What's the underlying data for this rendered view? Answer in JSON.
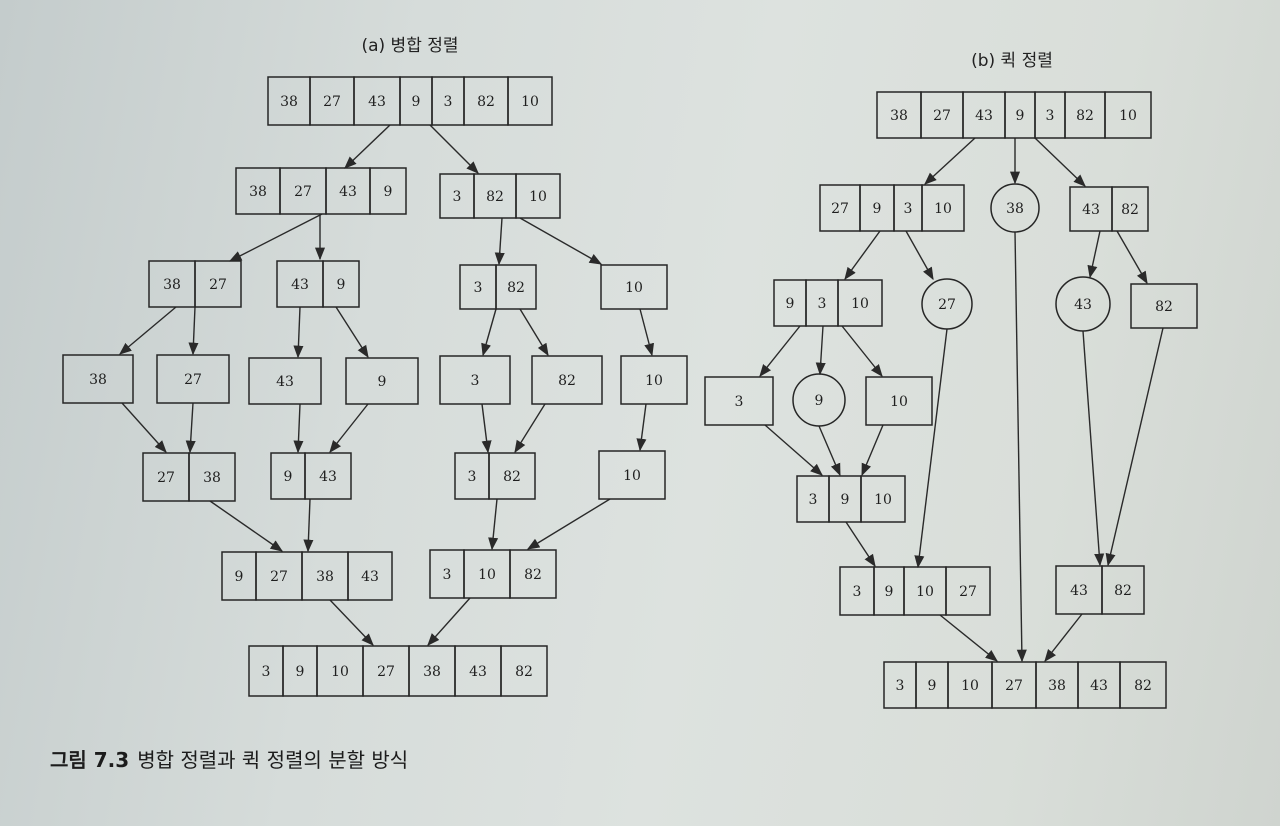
{
  "panels": {
    "merge": {
      "title": "(a) 병합 정렬"
    },
    "quick": {
      "title": "(b) 퀵 정렬"
    }
  },
  "caption": {
    "label": "그림 7.3",
    "text": "병합 정렬과 퀵 정렬의 분할 방식"
  },
  "merge_sort": {
    "input": [
      38,
      27,
      43,
      9,
      3,
      82,
      10
    ],
    "split_1": [
      [
        38,
        27,
        43,
        9
      ],
      [
        3,
        82,
        10
      ]
    ],
    "split_2": [
      [
        38,
        27
      ],
      [
        43,
        9
      ],
      [
        3,
        82
      ],
      [
        10
      ]
    ],
    "split_3": [
      [
        38
      ],
      [
        27
      ],
      [
        43
      ],
      [
        9
      ],
      [
        3
      ],
      [
        82
      ],
      [
        10
      ]
    ],
    "merge_1": [
      [
        27,
        38
      ],
      [
        9,
        43
      ],
      [
        3,
        82
      ],
      [
        10
      ]
    ],
    "merge_2": [
      [
        9,
        27,
        38,
        43
      ],
      [
        3,
        10,
        82
      ]
    ],
    "output": [
      3,
      9,
      10,
      27,
      38,
      43,
      82
    ]
  },
  "quick_sort": {
    "input": [
      38,
      27,
      43,
      9,
      3,
      82,
      10
    ],
    "partition_1": {
      "left": [
        27,
        9,
        3,
        10
      ],
      "pivot": 38,
      "right": [
        43,
        82
      ]
    },
    "partition_2a": {
      "left": [
        9,
        3,
        10
      ],
      "pivot": 27
    },
    "partition_2b": {
      "pivot": 43,
      "right": [
        82
      ]
    },
    "partition_3": {
      "left": [
        3
      ],
      "pivot": 9,
      "right": [
        10
      ]
    },
    "combine_1": [
      3,
      9,
      10
    ],
    "combine_2a": [
      3,
      9,
      10,
      27
    ],
    "combine_2b": [
      43,
      82
    ],
    "output": [
      3,
      9,
      10,
      27,
      38,
      43,
      82
    ]
  }
}
